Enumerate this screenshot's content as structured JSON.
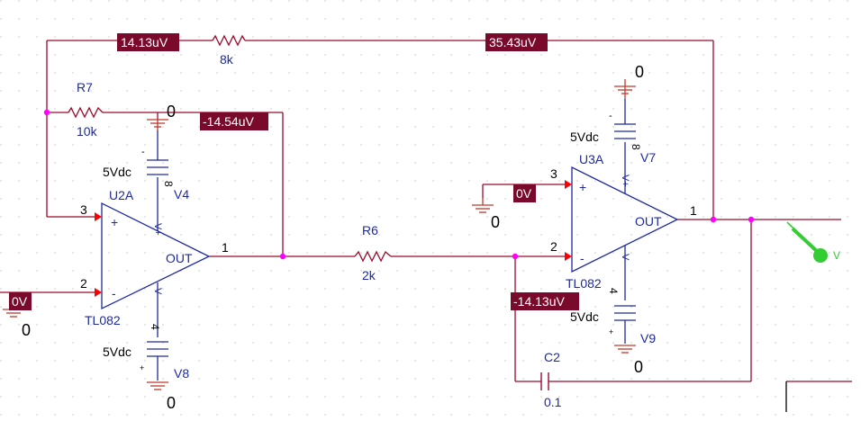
{
  "colors": {
    "wire": "#9b0a2c",
    "part": "#1e2a9e",
    "pin": "#ff0000",
    "node": "#ff00ff",
    "label_bg": "#7a0a2c",
    "label_fg": "#ffffff",
    "probe": "#33cc33",
    "grid": "#c9c9c9",
    "ground": "#c0392b"
  },
  "voltage_labels": {
    "top_left": "14.13uV",
    "top_right": "35.43uV",
    "u2a_out": "-14.54uV",
    "u3a_plus": "0V",
    "u3a_minus": "-14.13uV",
    "u2a_minus": "0V"
  },
  "resistors": {
    "r_top": {
      "value": "8k"
    },
    "r7": {
      "name": "R7",
      "value": "10k"
    },
    "r6": {
      "name": "R6",
      "value": "2k"
    }
  },
  "capacitor": {
    "name": "C2",
    "value": "0.1"
  },
  "sources": {
    "v4": {
      "name": "V4",
      "value": "5Vdc",
      "pin": "8"
    },
    "v8": {
      "name": "V8",
      "value": "5Vdc",
      "pin": "4"
    },
    "v7": {
      "name": "V7",
      "value": "5Vdc",
      "pin": "8"
    },
    "v9": {
      "name": "V9",
      "value": "5Vdc",
      "pin": "4"
    },
    "minus": "-",
    "plus": "+"
  },
  "opamps": {
    "u2a": {
      "name": "U2A",
      "model": "TL082",
      "out": "OUT",
      "plus": "+",
      "minus": "-",
      "pin_plus": "3",
      "pin_minus": "2",
      "pin_out": "1",
      "vplus": "V+",
      "vminus": "V-"
    },
    "u3a": {
      "name": "U3A",
      "model": "TL082",
      "out": "OUT",
      "plus": "+",
      "minus": "-",
      "pin_plus": "3",
      "pin_minus": "2",
      "pin_out": "1",
      "vplus": "V+",
      "vminus": "V-"
    }
  },
  "grounds": {
    "g_r7": "0",
    "g_v7": "0",
    "g_u3a": "0",
    "g_u2a": "0",
    "g_v9": "0",
    "g_v8": "0"
  },
  "probe": {
    "label": "V"
  }
}
